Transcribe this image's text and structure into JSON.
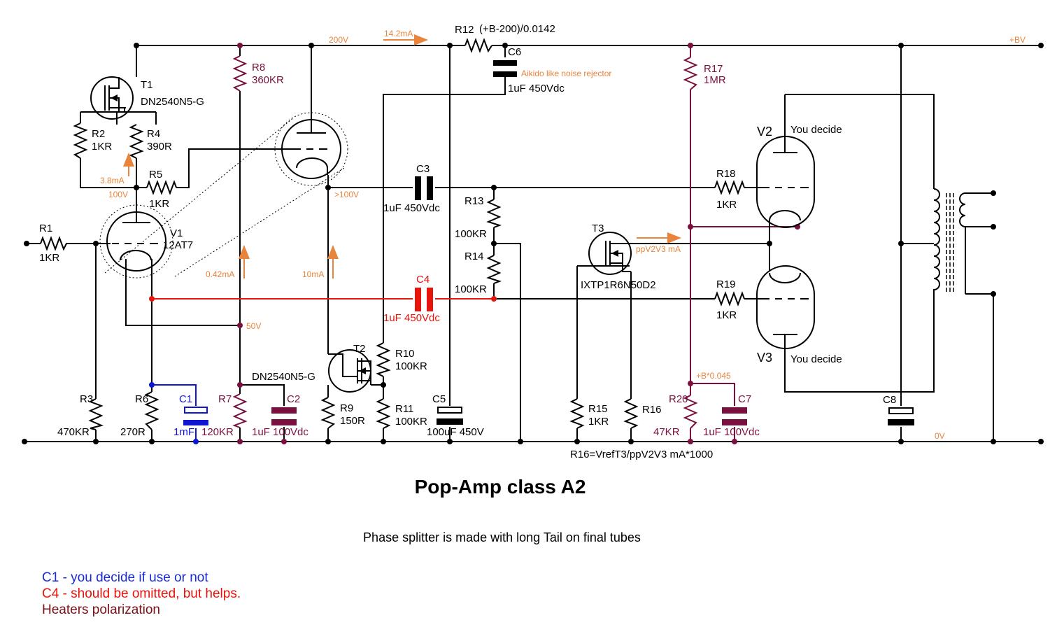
{
  "diagram": {
    "title": "Pop-Amp class A2",
    "subtitle": "Phase splitter is made with long Tail on final tubes",
    "notes": [
      "C1 - you decide if use or not",
      "C4 - should be omitted, but helps.",
      "Heaters polarization"
    ],
    "colors": {
      "wire": "#000000",
      "maroon": "#7a1040",
      "red": "#e8140c",
      "blue": "#1016d0",
      "orange": "#e8843c"
    },
    "components": {
      "R1": {
        "name": "R1",
        "value": "1KR"
      },
      "R2": {
        "name": "R2",
        "value": "1KR"
      },
      "R3": {
        "name": "R3",
        "value": "470KR"
      },
      "R4": {
        "name": "R4",
        "value": "390R"
      },
      "R5": {
        "name": "R5",
        "value": "1KR"
      },
      "R6": {
        "name": "R6",
        "value": "270R"
      },
      "R7": {
        "name": "R7",
        "value": "120KR"
      },
      "R8": {
        "name": "R8",
        "value": "360KR"
      },
      "R9": {
        "name": "R9",
        "value": "150R"
      },
      "R10": {
        "name": "R10",
        "value": "100KR"
      },
      "R11": {
        "name": "R11",
        "value": "100KR"
      },
      "R12": {
        "name": "R12",
        "value": "(+B-200)/0.0142"
      },
      "R13": {
        "name": "R13",
        "value": "100KR"
      },
      "R14": {
        "name": "R14",
        "value": "100KR"
      },
      "R15": {
        "name": "R15",
        "value": "1KR"
      },
      "R16": {
        "name": "R16"
      },
      "R17": {
        "name": "R17",
        "value": "1MR"
      },
      "R18": {
        "name": "R18",
        "value": "1KR"
      },
      "R19": {
        "name": "R19",
        "value": "1KR"
      },
      "R20": {
        "name": "R20",
        "value": "47KR"
      },
      "C1": {
        "name": "C1",
        "value": "1mF"
      },
      "C2": {
        "name": "C2",
        "value": "1uF 100Vdc"
      },
      "C3": {
        "name": "C3",
        "value": "1uF 450Vdc"
      },
      "C4": {
        "name": "C4",
        "value": "1uF 450Vdc"
      },
      "C5": {
        "name": "C5",
        "value": "100uF 450V"
      },
      "C6": {
        "name": "C6",
        "value": "1uF 450Vdc"
      },
      "C7": {
        "name": "C7",
        "value": "1uF 100Vdc"
      },
      "C8": {
        "name": "C8"
      },
      "T1": {
        "name": "T1",
        "part": "DN2540N5-G"
      },
      "T2": {
        "name": "T2",
        "part": "DN2540N5-G"
      },
      "T3": {
        "name": "T3",
        "part": "IXTP1R6N50D2"
      },
      "V1": {
        "name": "V1",
        "part": "12AT7"
      },
      "V2": {
        "name": "V2",
        "part": "You decide"
      },
      "V3": {
        "name": "V3",
        "part": "You decide"
      }
    },
    "annotations": {
      "v200": "200V",
      "i14": "14.2mA",
      "bv": "+BV",
      "ov": "0V",
      "i38": "3.8mA",
      "v100": "100V",
      "vgt100": ">100V",
      "i042": "0.42mA",
      "i10": "10mA",
      "v50": "50V",
      "noise": "Aikido like noise rejector",
      "ppv": "ppV2V3 mA",
      "b045": "+B*0.045",
      "r16formula": "R16=VrefT3/ppV2V3 mA*1000"
    }
  }
}
